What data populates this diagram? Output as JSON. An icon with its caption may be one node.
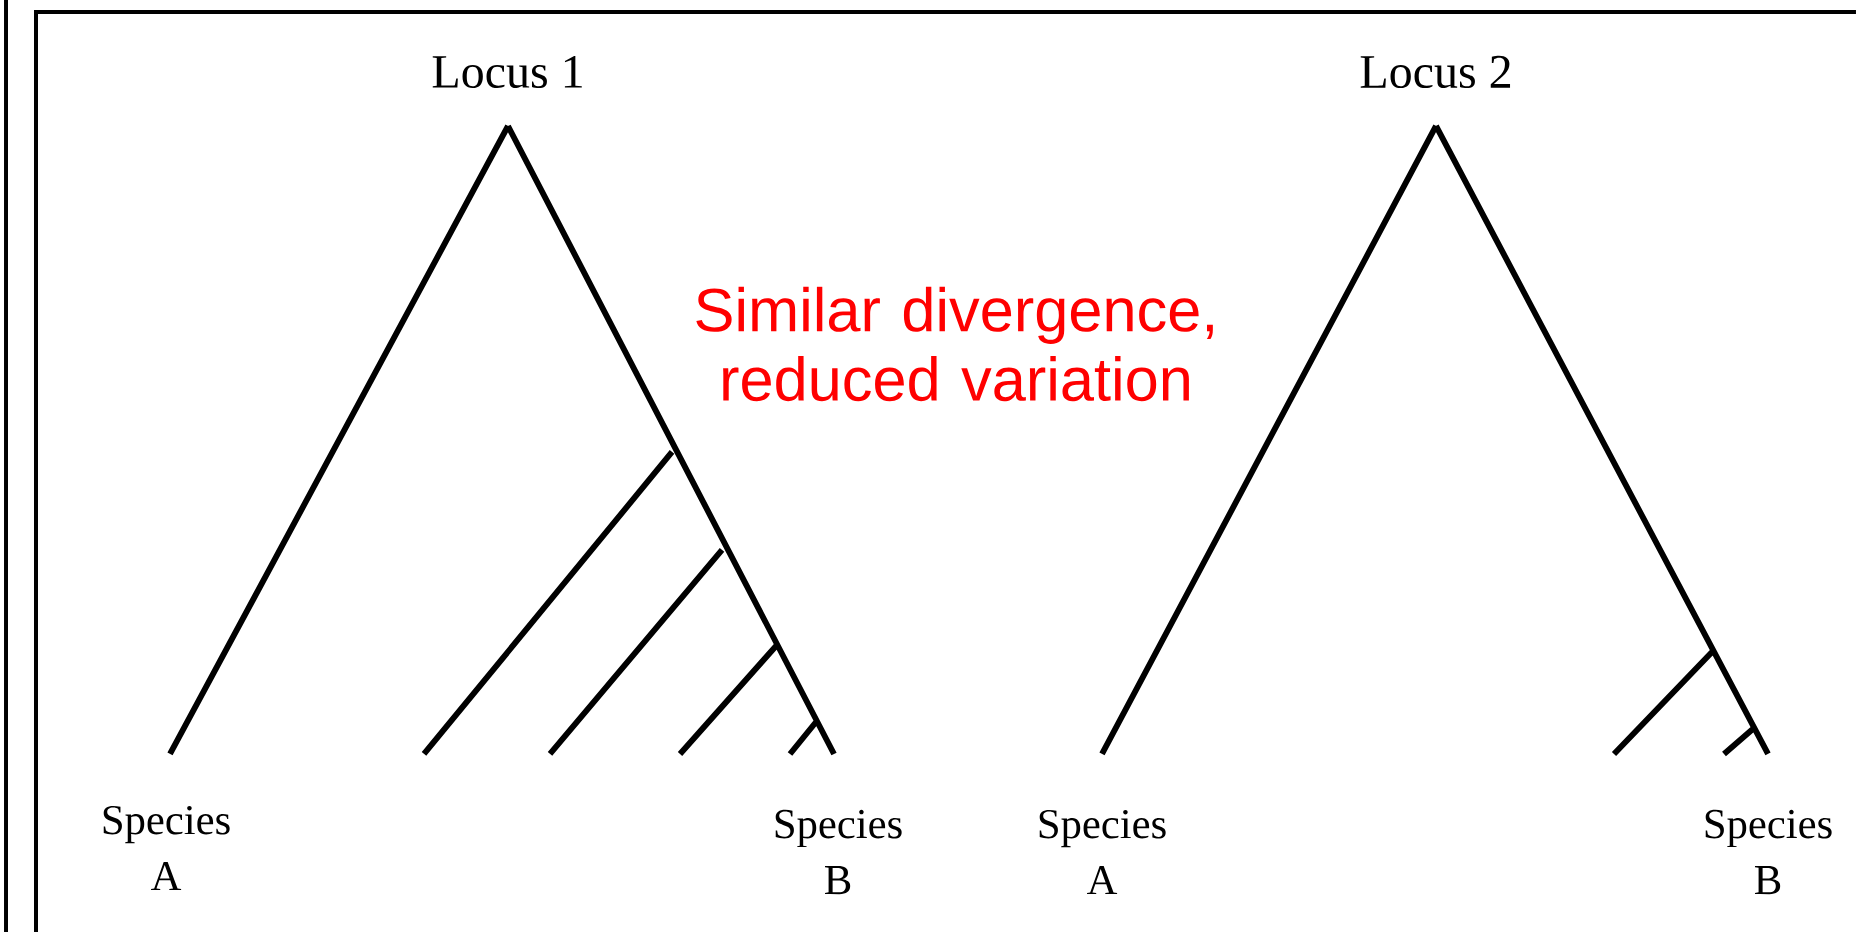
{
  "diagram": {
    "labels": [
      "Locus 1",
      "Locus 2",
      "Similar divergence, reduced variation",
      "Species A",
      "Species B",
      "Species A",
      "Species B"
    ]
  }
}
